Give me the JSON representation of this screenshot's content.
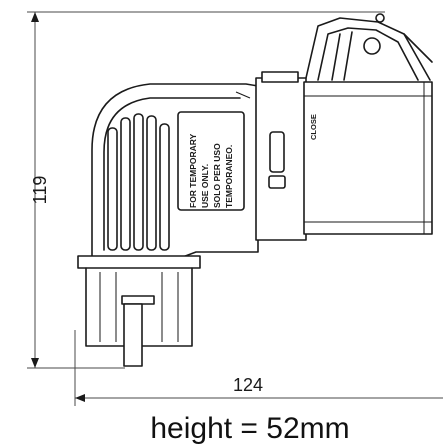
{
  "dimensions": {
    "height_value": "119",
    "width_value": "124"
  },
  "caption": "height = 52mm",
  "label_lines": [
    "FOR TEMPORARY",
    "USE ONLY.",
    "SOLO PER USO",
    "TEMPORANEO."
  ],
  "close_label": "CLOSE"
}
